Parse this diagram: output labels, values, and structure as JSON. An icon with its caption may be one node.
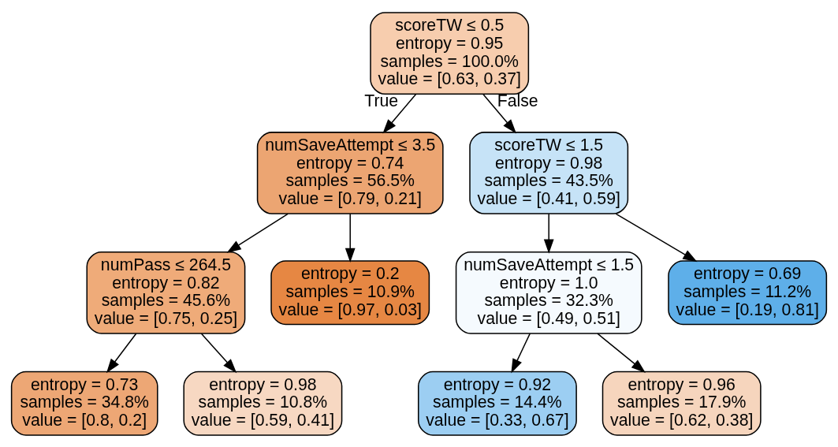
{
  "diagram": {
    "nodes": [
      {
        "text": [
          "scoreTW ≤ 0.5",
          "entropy = 0.95",
          "samples = 100.0%",
          "value = [0.63, 0.37]"
        ]
      },
      {
        "text": [
          "numSaveAttempt ≤ 3.5",
          "entropy = 0.74",
          "samples = 56.5%",
          "value = [0.79, 0.21]"
        ]
      },
      {
        "text": [
          "scoreTW ≤ 1.5",
          "entropy = 0.98",
          "samples = 43.5%",
          "value = [0.41, 0.59]"
        ]
      },
      {
        "text": [
          "numPass ≤ 264.5",
          "entropy = 0.82",
          "samples = 45.6%",
          "value = [0.75, 0.25]"
        ]
      },
      {
        "text": [
          "entropy = 0.2",
          "samples = 10.9%",
          "value = [0.97, 0.03]"
        ]
      },
      {
        "text": [
          "numSaveAttempt ≤ 1.5",
          "entropy = 1.0",
          "samples = 32.3%",
          "value = [0.49, 0.51]"
        ]
      },
      {
        "text": [
          "entropy = 0.69",
          "samples = 11.2%",
          "value = [0.19, 0.81]"
        ]
      },
      {
        "text": [
          "entropy = 0.73",
          "samples = 34.8%",
          "value = [0.8, 0.2]"
        ]
      },
      {
        "text": [
          "entropy = 0.98",
          "samples = 10.8%",
          "value = [0.59, 0.41]"
        ]
      },
      {
        "text": [
          "entropy = 0.92",
          "samples = 14.4%",
          "value = [0.33, 0.67]"
        ]
      },
      {
        "text": [
          "entropy = 0.96",
          "samples = 17.9%",
          "value = [0.62, 0.38]"
        ]
      }
    ],
    "edges": [
      {
        "from": 0,
        "to": 1,
        "arrow": "to",
        "label": "True"
      },
      {
        "from": 0,
        "to": 2,
        "arrow": "to",
        "label": "False"
      },
      {
        "from": 1,
        "to": 3,
        "arrow": "to"
      },
      {
        "from": 1,
        "to": 4,
        "arrow": "to"
      },
      {
        "from": 2,
        "to": 5,
        "arrow": "to"
      },
      {
        "from": 2,
        "to": 6,
        "arrow": "to"
      },
      {
        "from": 3,
        "to": 7,
        "arrow": "to"
      },
      {
        "from": 3,
        "to": 8,
        "arrow": "to"
      },
      {
        "from": 5,
        "to": 9,
        "arrow": "to"
      },
      {
        "from": 5,
        "to": 10,
        "arrow": "to"
      }
    ]
  }
}
